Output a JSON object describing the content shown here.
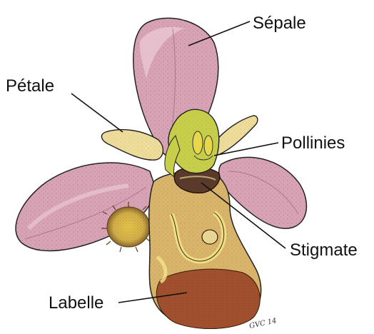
{
  "labels": {
    "sepale": "Sépale",
    "petale": "Pétale",
    "pollinies": "Pollinies",
    "stigmate": "Stigmate",
    "labelle": "Labelle"
  },
  "signature": "GVC 14",
  "colors": {
    "sepal_pink": "#d9a3b6",
    "sepal_pink_light": "#eac7d3",
    "sepal_pink_dark": "#b97b93",
    "petal_yellow": "#eedc9a",
    "column_green": "#c7cf4a",
    "labellum_tan": "#d9b56b",
    "labellum_brown": "#a5532f",
    "stigma_dark": "#5a3a2a",
    "ink": "#111111"
  }
}
